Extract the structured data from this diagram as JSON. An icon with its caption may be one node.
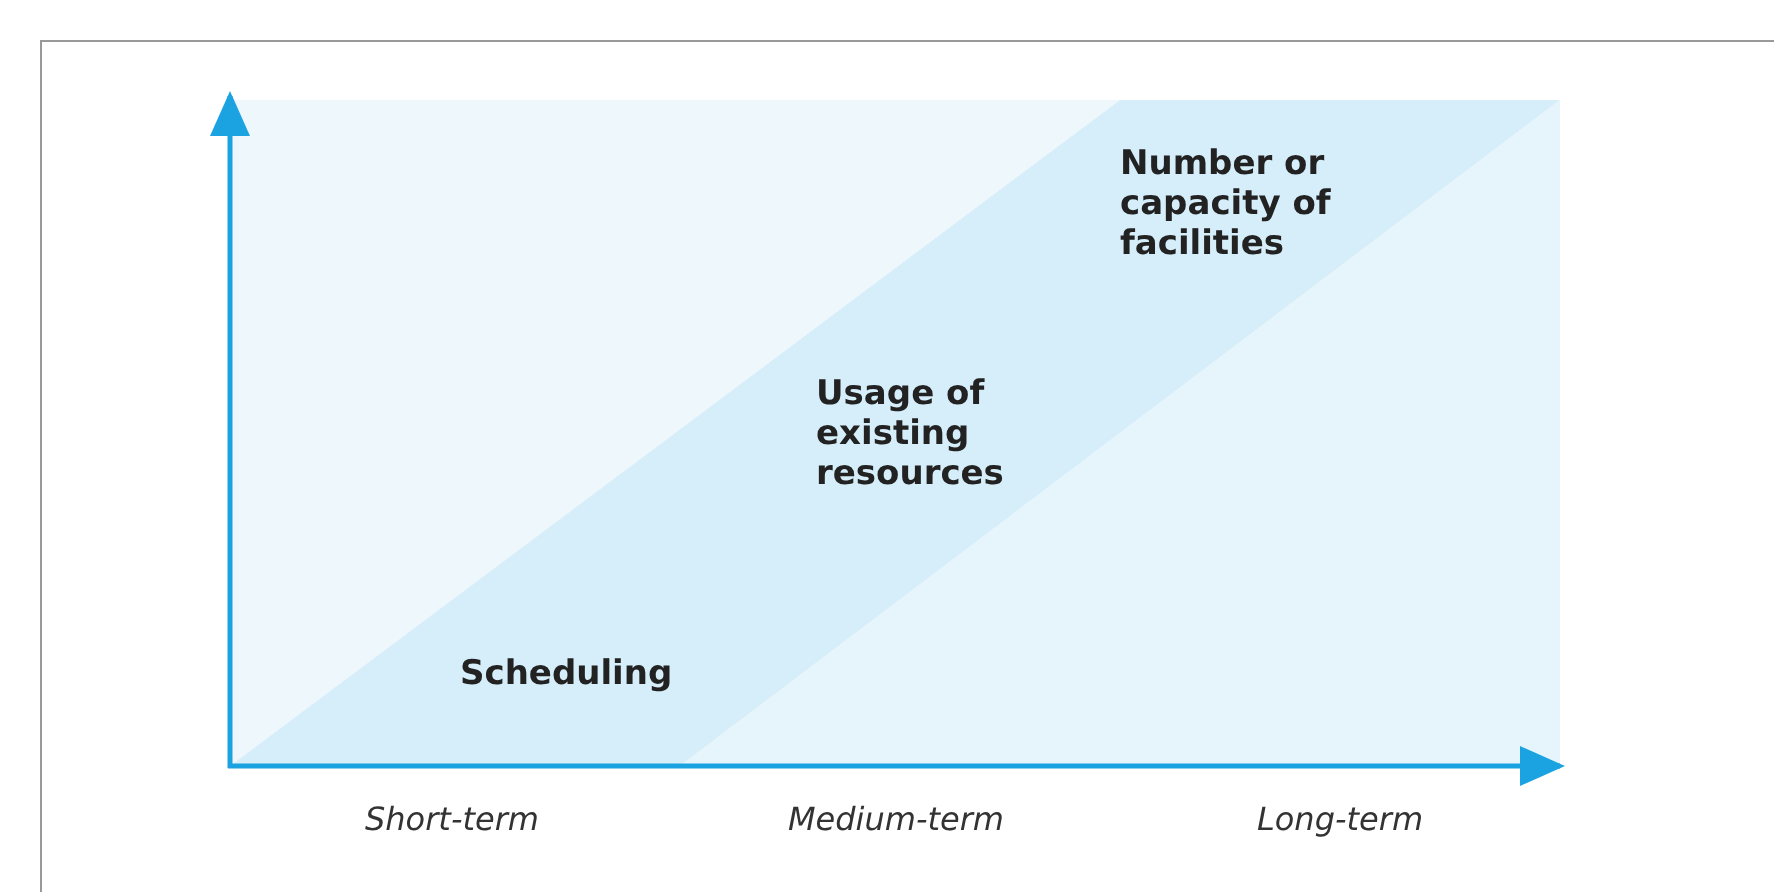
{
  "diagram": {
    "labels": [
      "Number or capacity of facilities",
      "Usage of existing resources",
      "Scheduling",
      "Short-term",
      "Medium-term",
      "Long-term"
    ]
  }
}
